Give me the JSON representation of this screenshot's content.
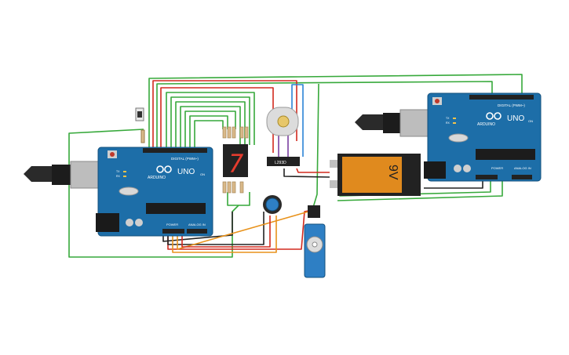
{
  "arduino_left": {
    "brand_label": "ARDUINO",
    "model_label": "UNO",
    "digital_header_label": "DIGITAL (PWM~)",
    "power_label": "POWER",
    "analog_label": "ANALOG IN",
    "on_label": "ON",
    "tx_label": "TX",
    "rx_label": "RX"
  },
  "arduino_right": {
    "brand_label": "ARDUINO",
    "model_label": "UNO",
    "digital_header_label": "DIGITAL (PWM~)",
    "power_label": "POWER",
    "analog_label": "ANALOG IN",
    "on_label": "ON",
    "tx_label": "TX",
    "rx_label": "RX"
  },
  "battery": {
    "label": "9V"
  },
  "driver_chip": {
    "label": "L293D"
  },
  "seven_segment": {
    "digit": "7"
  },
  "colors": {
    "board": "#1d6ea8",
    "board_dark": "#14507d",
    "wire_green": "#37a93b",
    "wire_red": "#d22a1e",
    "wire_black": "#222222",
    "wire_orange": "#e8921b",
    "wire_blue": "#2b84d6",
    "wire_purple": "#7a3ea0",
    "battery_body": "#222222",
    "battery_label": "#e08a1e",
    "servo": "#2e7fc4",
    "display": "#222222",
    "segment_on": "#e53c2e"
  }
}
